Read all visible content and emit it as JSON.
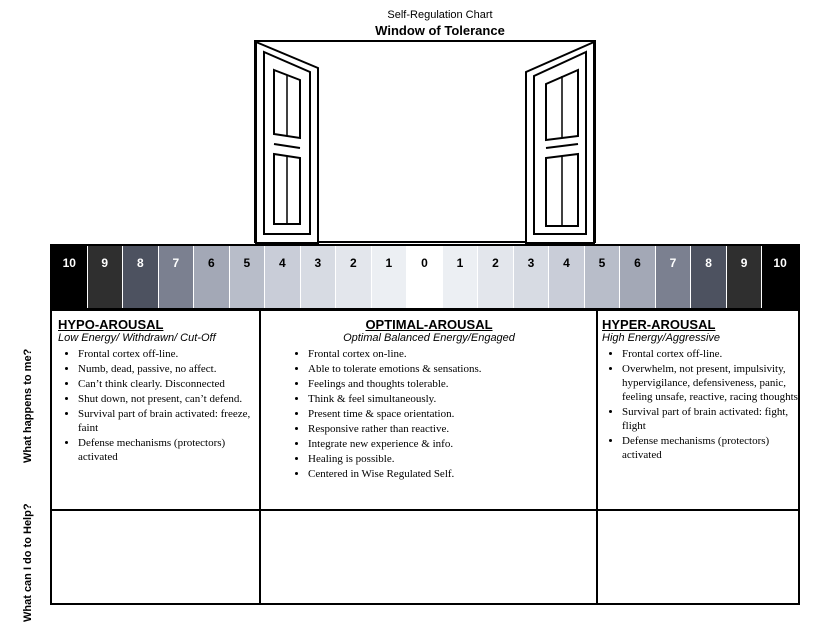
{
  "header": {
    "small_title": "Self-Regulation Chart",
    "main_title": "Window of Tolerance"
  },
  "scale": [
    {
      "label": "10",
      "color": "#000000",
      "text": "#ffffff"
    },
    {
      "label": "9",
      "color": "#2f2f2f",
      "text": "#ffffff"
    },
    {
      "label": "8",
      "color": "#4d5260",
      "text": "#ffffff"
    },
    {
      "label": "7",
      "color": "#7b8090",
      "text": "#ffffff"
    },
    {
      "label": "6",
      "color": "#a3a8b6",
      "text": "#000000"
    },
    {
      "label": "5",
      "color": "#b8bdc9",
      "text": "#000000"
    },
    {
      "label": "4",
      "color": "#c9cdd8",
      "text": "#000000"
    },
    {
      "label": "3",
      "color": "#d7dbe3",
      "text": "#000000"
    },
    {
      "label": "2",
      "color": "#e3e6ec",
      "text": "#000000"
    },
    {
      "label": "1",
      "color": "#eceff3",
      "text": "#000000"
    },
    {
      "label": "0",
      "color": "#ffffff",
      "text": "#000000"
    },
    {
      "label": "1",
      "color": "#eceff3",
      "text": "#000000"
    },
    {
      "label": "2",
      "color": "#e3e6ec",
      "text": "#000000"
    },
    {
      "label": "3",
      "color": "#d7dbe3",
      "text": "#000000"
    },
    {
      "label": "4",
      "color": "#c9cdd8",
      "text": "#000000"
    },
    {
      "label": "5",
      "color": "#b8bdc9",
      "text": "#000000"
    },
    {
      "label": "6",
      "color": "#a3a8b6",
      "text": "#000000"
    },
    {
      "label": "7",
      "color": "#7b8090",
      "text": "#ffffff"
    },
    {
      "label": "8",
      "color": "#4d5260",
      "text": "#ffffff"
    },
    {
      "label": "9",
      "color": "#2f2f2f",
      "text": "#ffffff"
    },
    {
      "label": "10",
      "color": "#000000",
      "text": "#ffffff"
    }
  ],
  "side_labels": {
    "top": "What happens to me?",
    "bottom": "What can I do to Help?"
  },
  "hypo": {
    "title": "HYPO-AROUSAL",
    "subtitle": "Low Energy/ Withdrawn/ Cut-Off",
    "items": [
      "Frontal cortex off-line.",
      "Numb, dead, passive, no affect.",
      "Can’t think clearly. Disconnected",
      "Shut down, not present, can’t defend.",
      "Survival part of brain activated: freeze, faint",
      "Defense mechanisms (protectors) activated"
    ]
  },
  "optimal": {
    "title": "OPTIMAL-AROUSAL",
    "subtitle": "Optimal Balanced Energy/Engaged",
    "items": [
      "Frontal cortex on-line.",
      "Able to tolerate emotions & sensations.",
      "Feelings and thoughts tolerable.",
      "Think & feel simultaneously.",
      "Present time & space orientation.",
      "Responsive rather than reactive.",
      "Integrate new experience & info.",
      "Healing is possible.",
      "Centered in Wise Regulated Self."
    ]
  },
  "hyper": {
    "title": "HYPER-AROUSAL",
    "subtitle": "High Energy/Aggressive",
    "items": [
      "Frontal cortex off-line.",
      "Overwhelm, not present, impulsivity, hypervigilance, defensiveness, panic, feeling unsafe, reactive, racing thoughts",
      "Survival part of brain activated: fight, flight",
      "Defense mechanisms (protectors) activated"
    ]
  }
}
